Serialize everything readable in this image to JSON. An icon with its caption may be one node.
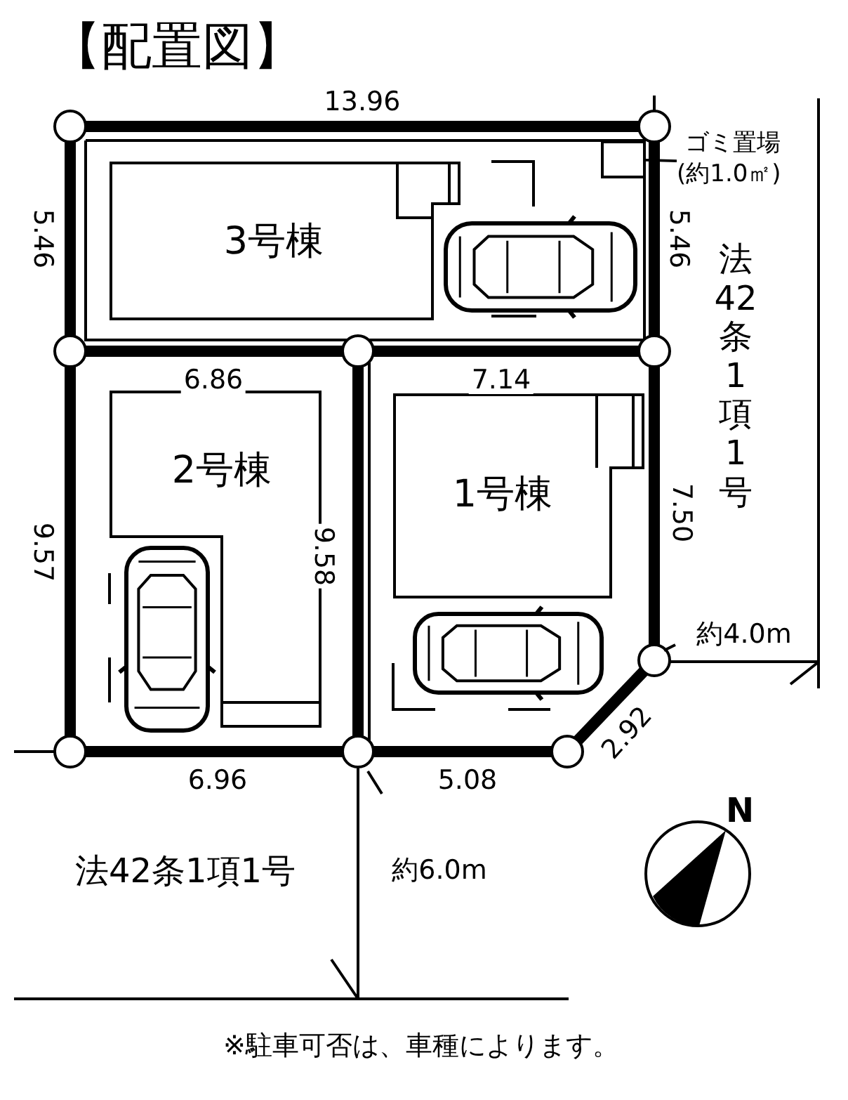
{
  "diagram": {
    "title": "【配置図】",
    "caption": "※駐車可否は、車種によります。",
    "nodes": [
      {
        "text": [
          "3号棟"
        ]
      },
      {
        "text": [
          "ゴミ置場",
          "(約1.0㎡)"
        ]
      },
      {
        "text": [],
        "shape": "box"
      },
      {
        "text": [
          "2号棟"
        ]
      },
      {
        "text": [
          "1号棟"
        ]
      }
    ],
    "edges": [
      {
        "from": 1,
        "to": 2,
        "arrow": "none"
      }
    ],
    "labels": [
      "13.96",
      "5.46",
      "5.46",
      "法42条1項1号",
      "6.86",
      "7.14",
      "9.57",
      "9.58",
      "7.50",
      "約4.0m",
      "2.92",
      "6.96",
      "5.08",
      "法42条1項1号",
      "約6.0m",
      "N"
    ]
  }
}
